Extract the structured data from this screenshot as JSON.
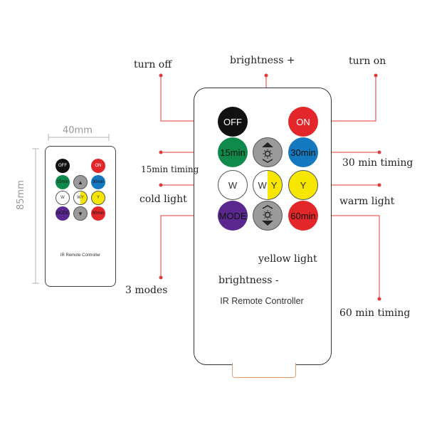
{
  "dimensions": {
    "width": "40mm",
    "height": "85mm"
  },
  "remote": {
    "caption": "IR Remote Controller",
    "buttons": {
      "off": "OFF",
      "on": "ON",
      "t15": "15min",
      "t30": "30min",
      "white": "W",
      "wy_w": "W",
      "wy_y": "Y",
      "yellow": "Y",
      "mode": "MODE",
      "t60": "60min",
      "brightness_up": "",
      "brightness_down": ""
    }
  },
  "labels": {
    "turn_off": "turn off",
    "brightness_plus": "brightness +",
    "turn_on": "turn on",
    "timing_15": "15min timing",
    "timing_30": "30 min timing",
    "cold_light": "cold light",
    "warm_light": "warm light",
    "yellow_light": "yellow light",
    "brightness_minus": "brightness -",
    "modes_3": "3 modes",
    "timing_60": "60 min timing"
  },
  "colors": {
    "leader_line": "#e03a3a",
    "off": "#111111",
    "on": "#e3262a",
    "t15": "#0f8a4a",
    "t30": "#1579c0",
    "yellow": "#f7e600",
    "mode": "#5b2890",
    "t60": "#e3262a",
    "gray": "#9a9a9a"
  }
}
